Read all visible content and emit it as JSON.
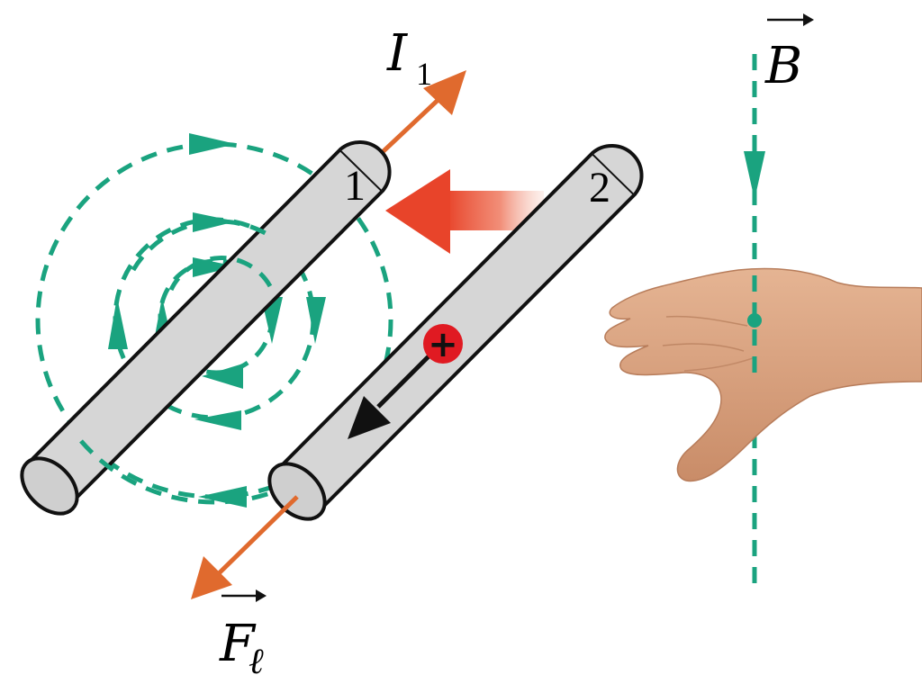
{
  "labels": {
    "current_symbol": "I",
    "current_subscript": "1",
    "field_symbol": "B",
    "force_symbol": "F",
    "force_subscript": "ℓ",
    "wire1_number": "1",
    "wire2_number": "2",
    "charge_sign": "+"
  },
  "icons": {
    "charge": "plus-charge-icon",
    "hand": "open-hand-icon"
  },
  "colors": {
    "field_lines": "#1aa37f",
    "current_arrow": "#e06a2e",
    "attraction_arrow": "#e8442a",
    "wire_fill": "#d6d6d6",
    "charge_fill": "#e01a22",
    "skin": "#d9a27f"
  }
}
